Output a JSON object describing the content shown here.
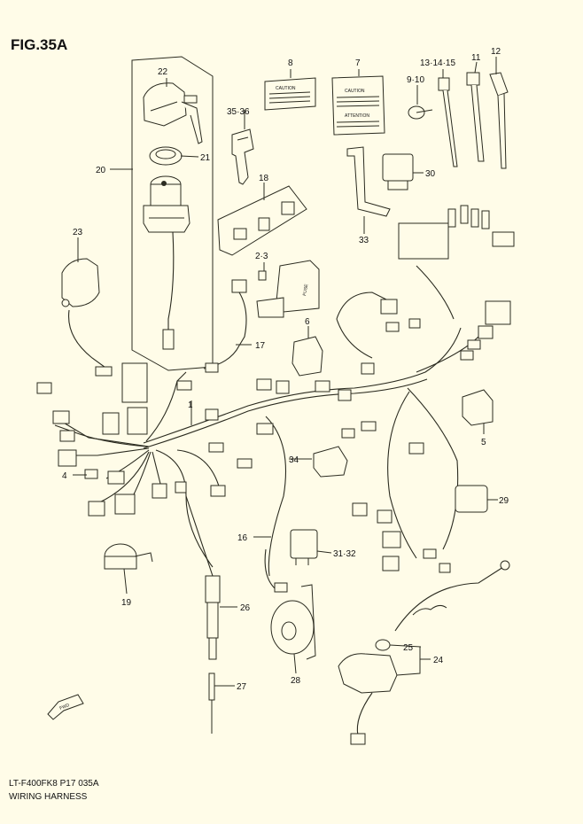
{
  "figure_id": "FIG.35A",
  "footer": {
    "code": "LT-F400FK8 P17  035A",
    "title": "WIRING HARNESS"
  },
  "direction_tag": "FWD",
  "box_labels": {
    "caution": "CAUTION",
    "caution2": "CAUTION",
    "attention": "ATTENTION",
    "fuse": "FUSE"
  },
  "callouts": [
    {
      "id": "c1",
      "label": "1"
    },
    {
      "id": "c2-3",
      "label": "2·3"
    },
    {
      "id": "c4",
      "label": "4"
    },
    {
      "id": "c5",
      "label": "5"
    },
    {
      "id": "c6",
      "label": "6"
    },
    {
      "id": "c7",
      "label": "7"
    },
    {
      "id": "c8",
      "label": "8"
    },
    {
      "id": "c9-10",
      "label": "9·10"
    },
    {
      "id": "c11",
      "label": "11"
    },
    {
      "id": "c12",
      "label": "12"
    },
    {
      "id": "c13-14-15",
      "label": "13·14·15"
    },
    {
      "id": "c16",
      "label": "16"
    },
    {
      "id": "c17",
      "label": "17"
    },
    {
      "id": "c18",
      "label": "18"
    },
    {
      "id": "c19",
      "label": "19"
    },
    {
      "id": "c20",
      "label": "20"
    },
    {
      "id": "c21",
      "label": "21"
    },
    {
      "id": "c22",
      "label": "22"
    },
    {
      "id": "c23",
      "label": "23"
    },
    {
      "id": "c24",
      "label": "24"
    },
    {
      "id": "c25",
      "label": "25"
    },
    {
      "id": "c26",
      "label": "26"
    },
    {
      "id": "c27",
      "label": "27"
    },
    {
      "id": "c28",
      "label": "28"
    },
    {
      "id": "c29",
      "label": "29"
    },
    {
      "id": "c30",
      "label": "30"
    },
    {
      "id": "c31-32",
      "label": "31·32"
    },
    {
      "id": "c33",
      "label": "33"
    },
    {
      "id": "c34",
      "label": "34"
    },
    {
      "id": "c35-36",
      "label": "35·36"
    }
  ]
}
